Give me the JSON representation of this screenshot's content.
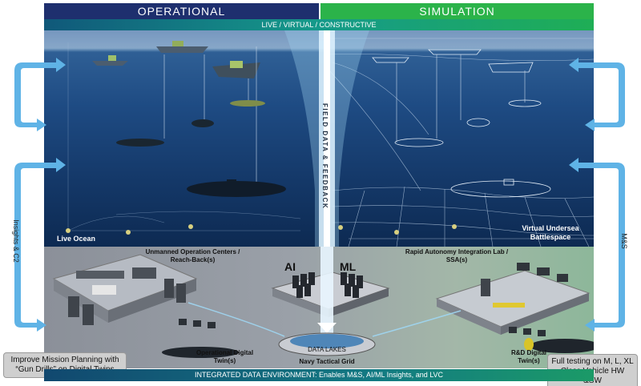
{
  "headers": {
    "operational": "OPERATIONAL",
    "simulation": "SIMULATION"
  },
  "banner": "LIVE / VIRTUAL / CONSTRUCTIVE",
  "beam_text": "FIELD DATA & FEEDBACK",
  "ocean": {
    "live": "Live Ocean",
    "virtual": "Virtual Undersea Battlespace"
  },
  "lab": {
    "left_title": "Unmanned Operation Centers / Reach-Back(s)",
    "right_title": "Rapid Autonomy Integration Lab / SSA(s)",
    "ai": "AI",
    "ml": "ML",
    "data_lakes": "DATA LAKES",
    "navy_grid": "Navy Tactical Grid",
    "operational_twin": "Operational Digital Twin(s)",
    "rd_twin": "R&D Digital Twin(s)"
  },
  "side": {
    "left": "Insights & C2",
    "right": "M&S"
  },
  "callouts": {
    "left": "Improve Mission Planning with “Gun Drills” on Digital Twins",
    "right": "Full testing on M, L, XL Class Vehicle HW &SW"
  },
  "footer": "INTEGRATED DATA ENVIRONMENT: Enables M&S, AI/ML Insights, and LVC"
}
